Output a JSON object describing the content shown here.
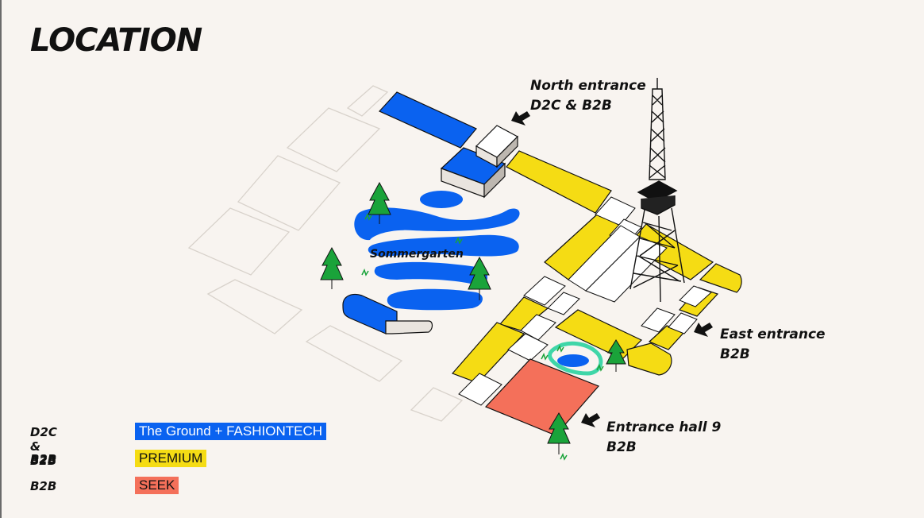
{
  "title": "LOCATION",
  "callouts": {
    "north": {
      "line1": "North entrance",
      "line2": "D2C & B2B"
    },
    "east": {
      "line1": "East entrance",
      "line2": "B2B"
    },
    "hall9": {
      "line1": "Entrance hall 9",
      "line2": "B2B"
    }
  },
  "map_labels": {
    "garden": "Sommergarten"
  },
  "legend": [
    {
      "group": "D2C & B2B",
      "label": "The Ground + FASHIONTECH",
      "color": "#0a62f0",
      "text_color": "#ffffff"
    },
    {
      "group": "B2B",
      "label": "PREMIUM",
      "color": "#f5dc14",
      "text_color": "#111111"
    },
    {
      "group": "B2B",
      "label": "SEEK",
      "color": "#f4705a",
      "text_color": "#111111"
    }
  ],
  "colors": {
    "background": "#f8f4f0",
    "blue": "#0a62f0",
    "yellow": "#f5dc14",
    "coral": "#f4705a",
    "teal": "#3fd6a8",
    "tree": "#1aa33a",
    "outline": "#d8d2cb"
  },
  "icons": [
    "arrow-icon",
    "tree-icon",
    "radio-tower-icon"
  ]
}
